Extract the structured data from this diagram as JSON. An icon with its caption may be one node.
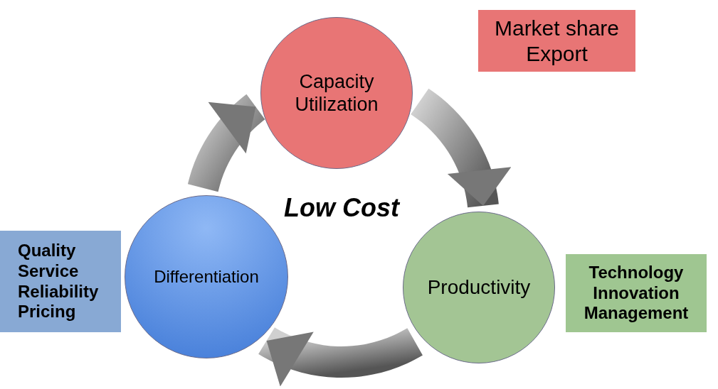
{
  "diagram": {
    "nodes": [
      {
        "text": [
          "Capacity Utilization"
        ]
      },
      {
        "text": [
          "Market share Export"
        ]
      },
      {
        "text": [
          "Differentiation"
        ]
      },
      {
        "text": [
          "Productivity"
        ]
      },
      {
        "text": [
          "Quality Service Reliability Pricing"
        ]
      },
      {
        "text": [
          "Technology Innovation Management"
        ]
      }
    ],
    "edges": [
      {
        "from": 0,
        "to": 3,
        "arrow": "to",
        "style": "thick"
      },
      {
        "from": 3,
        "to": 2,
        "arrow": "to",
        "style": "thick"
      },
      {
        "from": 2,
        "to": 0,
        "arrow": "to",
        "style": "thick"
      }
    ],
    "labels": [
      "Low Cost"
    ]
  }
}
